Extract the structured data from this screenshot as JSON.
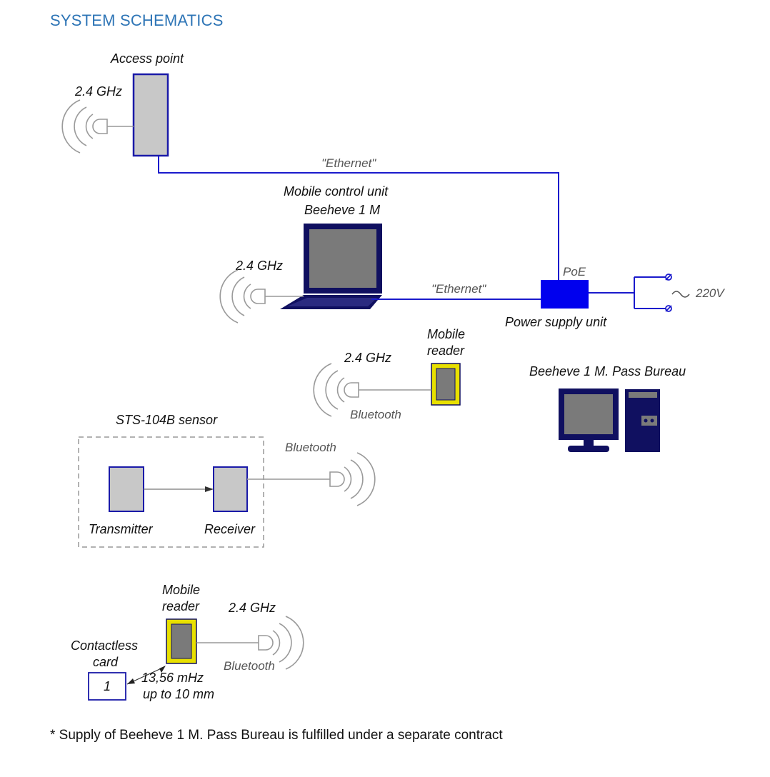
{
  "header": {
    "title": "SYSTEM SCHEMATICS"
  },
  "footnote": "* Supply of Beeheve 1 M. Pass Bureau is fulfilled under a separate contract",
  "labels": {
    "access_point": "Access point",
    "ap_freq": "2.4 GHz",
    "ethernet_top": "\"Ethernet\"",
    "mobile_control_unit_line1": "Mobile control unit",
    "mobile_control_unit_line2": "Beeheve 1 M",
    "laptop_freq": "2.4 GHz",
    "ethernet_mid": "\"Ethernet\"",
    "poe": "PoE",
    "voltage": "220V",
    "power_supply_unit": "Power supply unit",
    "mobile_reader_line1": "Mobile",
    "mobile_reader_line2": "reader",
    "reader_freq": "2.4 GHz",
    "reader_bluetooth": "Bluetooth",
    "pass_bureau": "Beeheve 1 M. Pass Bureau",
    "sensor_title": "STS-104B sensor",
    "sensor_bluetooth": "Bluetooth",
    "transmitter": "Transmitter",
    "receiver": "Receiver",
    "mobile_reader2_line1": "Mobile",
    "mobile_reader2_line2": "reader",
    "reader2_freq": "2.4 GHz",
    "reader2_bluetooth": "Bluetooth",
    "contactless_line1": "Contactless",
    "contactless_line2": "card",
    "card_number": "1",
    "card_freq": "13,56 mHz",
    "card_range": "up to 10 mm"
  },
  "colors": {
    "title": "#2e75b6",
    "wire": "#1a1acc",
    "device_fill": "#c8c8c8",
    "device_border": "#1a1aa8",
    "psu": "#0000ee",
    "reader_frame": "#e8e000",
    "screen": "#7a7a7a",
    "computer": "#101060"
  }
}
